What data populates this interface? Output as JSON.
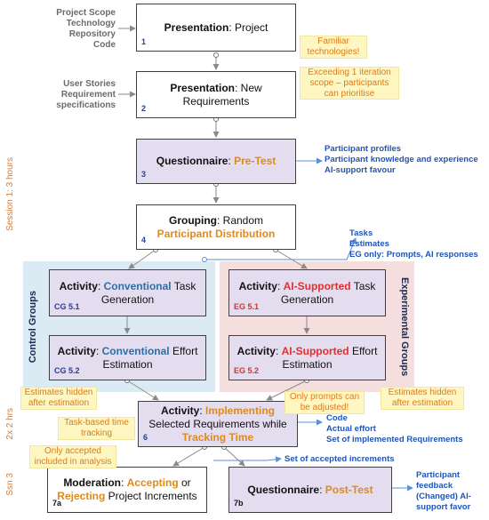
{
  "sessions": [
    {
      "label": "Session 1: 3 hours"
    },
    {
      "label": "2x 2 hrs"
    },
    {
      "label": "Ssn 3"
    }
  ],
  "inputs": {
    "project": "Project Scope\nTechnology\nRepository\nCode",
    "requirements": "User Stories\nRequirement\nspecifications"
  },
  "boxes": {
    "b1": {
      "bold": "Presentation",
      "rest": ": Project",
      "num": "1"
    },
    "b2": {
      "bold": "Presentation",
      "rest": ": New",
      "line2": "Requirements",
      "num": "2"
    },
    "b3": {
      "bold": "Questionnaire",
      "sep": ": ",
      "hl": "Pre-Test",
      "num": "3"
    },
    "b4": {
      "bold": "Grouping",
      "rest": ": Random",
      "line2": "Participant Distribution",
      "num": "4"
    },
    "cg51": {
      "bold": "Activity",
      "sep": ": ",
      "hl": "Conventional",
      "rest": " Task",
      "line2": "Generation",
      "num": "CG 5.1"
    },
    "cg52": {
      "bold": "Activity",
      "sep": ": ",
      "hl": "Conventional",
      "rest": " Effort",
      "line2": "Estimation",
      "num": "CG 5.2"
    },
    "eg51": {
      "bold": "Activity",
      "sep": ": ",
      "hl": "AI-Supported",
      "rest": " Task",
      "line2": "Generation",
      "num": "EG 5.1"
    },
    "eg52": {
      "bold": "Activity",
      "sep": ": ",
      "hl": "AI-Supported",
      "rest": " Effort",
      "line2": "Estimation",
      "num": "EG 5.2"
    },
    "b6": {
      "bold": "Activity",
      "sep": ": ",
      "hl": "Implementing",
      "line2": "Selected Requirements while",
      "hl2": "Tracking Time",
      "num": "6"
    },
    "b7a": {
      "bold": "Moderation",
      "sep": ": ",
      "hl": "Accepting",
      "rest": " or",
      "hl2": "Rejecting",
      "rest2": " Project Increments",
      "num": "7a"
    },
    "b7b": {
      "bold": "Questionnaire",
      "sep": ": ",
      "hl": "Post-Test",
      "num": "7b"
    }
  },
  "groups": {
    "control": "Control Groups",
    "experimental": "Experimental Groups"
  },
  "notes": {
    "familiar": "Familiar\ntechnologies!",
    "exceeding": "Exceeding 1 iteration\nscope – participants\ncan prioritise",
    "est_hidden_left": "Estimates hidden\nafter estimation",
    "only_prompts": "Only prompts can\nbe adjusted!",
    "est_hidden_right": "Estimates hidden\nafter estimation",
    "task_time": "Task-based time\ntracking",
    "only_accepted": "Only accepted\nincluded in analysis"
  },
  "outputs": {
    "pretest": "Participant profiles\nParticipant knowledge and experience\nAI-support favour",
    "tasks": "Tasks\nEstimates\nEG only: Prompts, AI responses",
    "impl": "Code\nActual effort\nSet of implemented Requirements",
    "accepted": "Set of accepted increments",
    "posttest": "Participant\nfeedback\n(Changed) AI-\nsupport favor"
  }
}
